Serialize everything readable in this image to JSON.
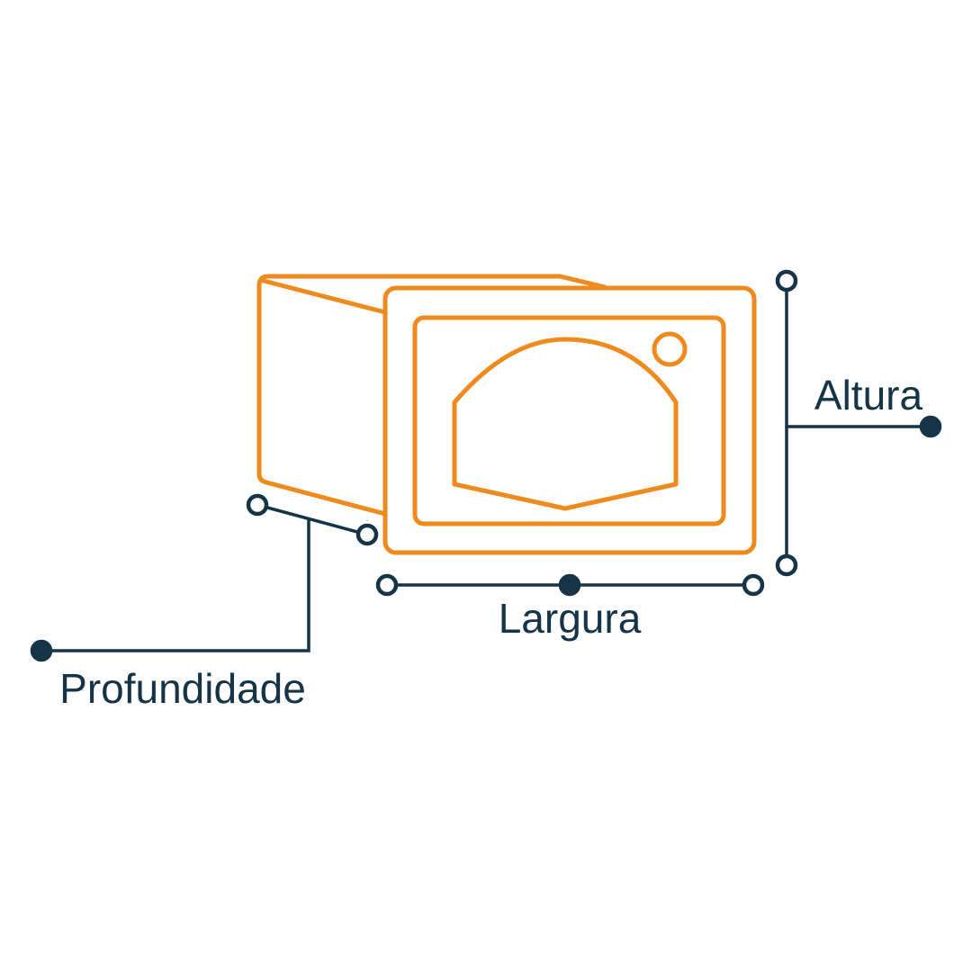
{
  "colors": {
    "outline": "#EE8A1E",
    "dimension": "#163447",
    "background": "#FFFFFF"
  },
  "labels": {
    "height": "Altura",
    "width": "Largura",
    "depth": "Profundidade"
  }
}
